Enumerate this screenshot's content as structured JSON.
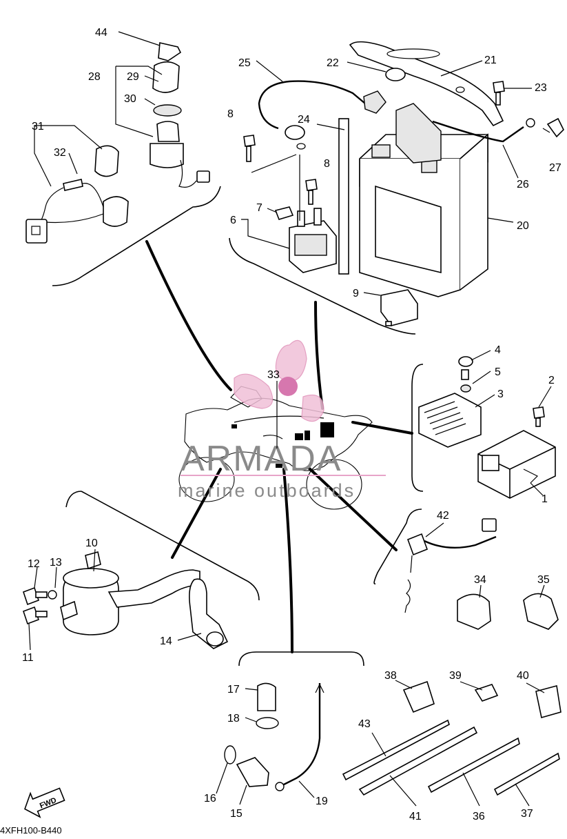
{
  "diagram": {
    "code": "4XFH100-B440",
    "fwd_label": "FWD",
    "watermark": {
      "brand": "ARMADA",
      "tagline": "marine outboards"
    },
    "callouts": {
      "c1": "1",
      "c2": "2",
      "c3": "3",
      "c4": "4",
      "c5": "5",
      "c6": "6",
      "c7": "7",
      "c8a": "8",
      "c8b": "8",
      "c9": "9",
      "c10": "10",
      "c11": "11",
      "c12": "12",
      "c13": "13",
      "c14": "14",
      "c15": "15",
      "c16": "16",
      "c17": "17",
      "c18": "18",
      "c19": "19",
      "c20": "20",
      "c21": "21",
      "c22": "22",
      "c23": "23",
      "c24": "24",
      "c25": "25",
      "c26": "26",
      "c27": "27",
      "c28": "28",
      "c29": "29",
      "c30": "30",
      "c31": "31",
      "c32": "32",
      "c33": "33",
      "c34": "34",
      "c35": "35",
      "c36": "36",
      "c37": "37",
      "c38": "38",
      "c39": "39",
      "c40": "40",
      "c41": "41",
      "c42": "42",
      "c43": "43",
      "c44": "44"
    }
  }
}
